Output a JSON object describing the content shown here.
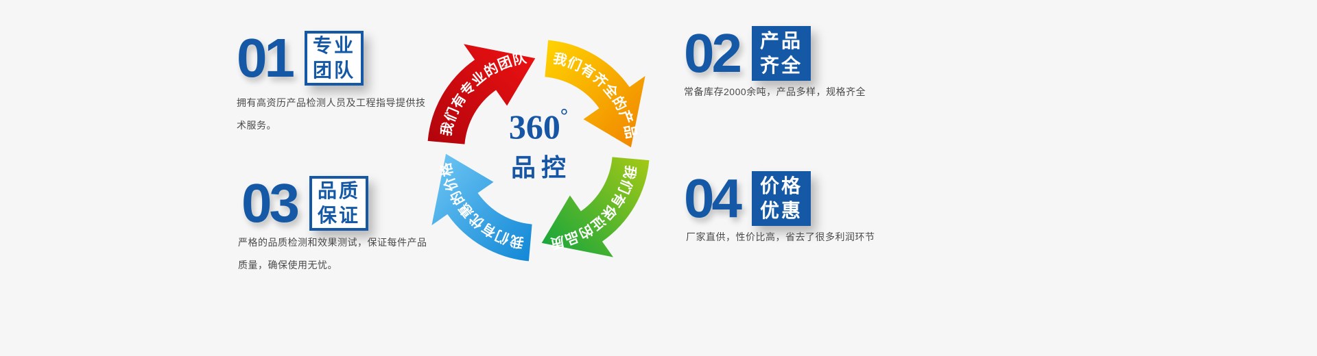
{
  "banner": {
    "center": {
      "number": "360",
      "degree": "°",
      "label": "品控"
    },
    "arrows": [
      {
        "name": "team",
        "color": "#e60012",
        "label": "我们有专业的团队"
      },
      {
        "name": "products",
        "color": "#f39800",
        "label": "我们有齐全的产品"
      },
      {
        "name": "quality",
        "color": "#22ac38",
        "label": "我们有保证的品质"
      },
      {
        "name": "price",
        "color": "#00a0e9",
        "label": "我们有优惠的价格"
      }
    ],
    "features": [
      {
        "number": "01",
        "title_lines": [
          "专业",
          "团队"
        ],
        "style": "outline",
        "description": "拥有高资历产品检测人员及工程指导提供技术服务。"
      },
      {
        "number": "02",
        "title_lines": [
          "产品",
          "齐全"
        ],
        "style": "solid",
        "description": "常备库存2000余吨，产品多样，规格齐全"
      },
      {
        "number": "03",
        "title_lines": [
          "品质",
          "保证"
        ],
        "style": "outline",
        "description": "严格的品质检测和效果测试，保证每件产品质量，确保使用无忧。"
      },
      {
        "number": "04",
        "title_lines": [
          "价格",
          "优惠"
        ],
        "style": "solid",
        "description": "厂家直供，性价比高，省去了很多利润环节"
      }
    ],
    "accent_color": "#1559a6",
    "background_color": "#f6f6f6"
  }
}
